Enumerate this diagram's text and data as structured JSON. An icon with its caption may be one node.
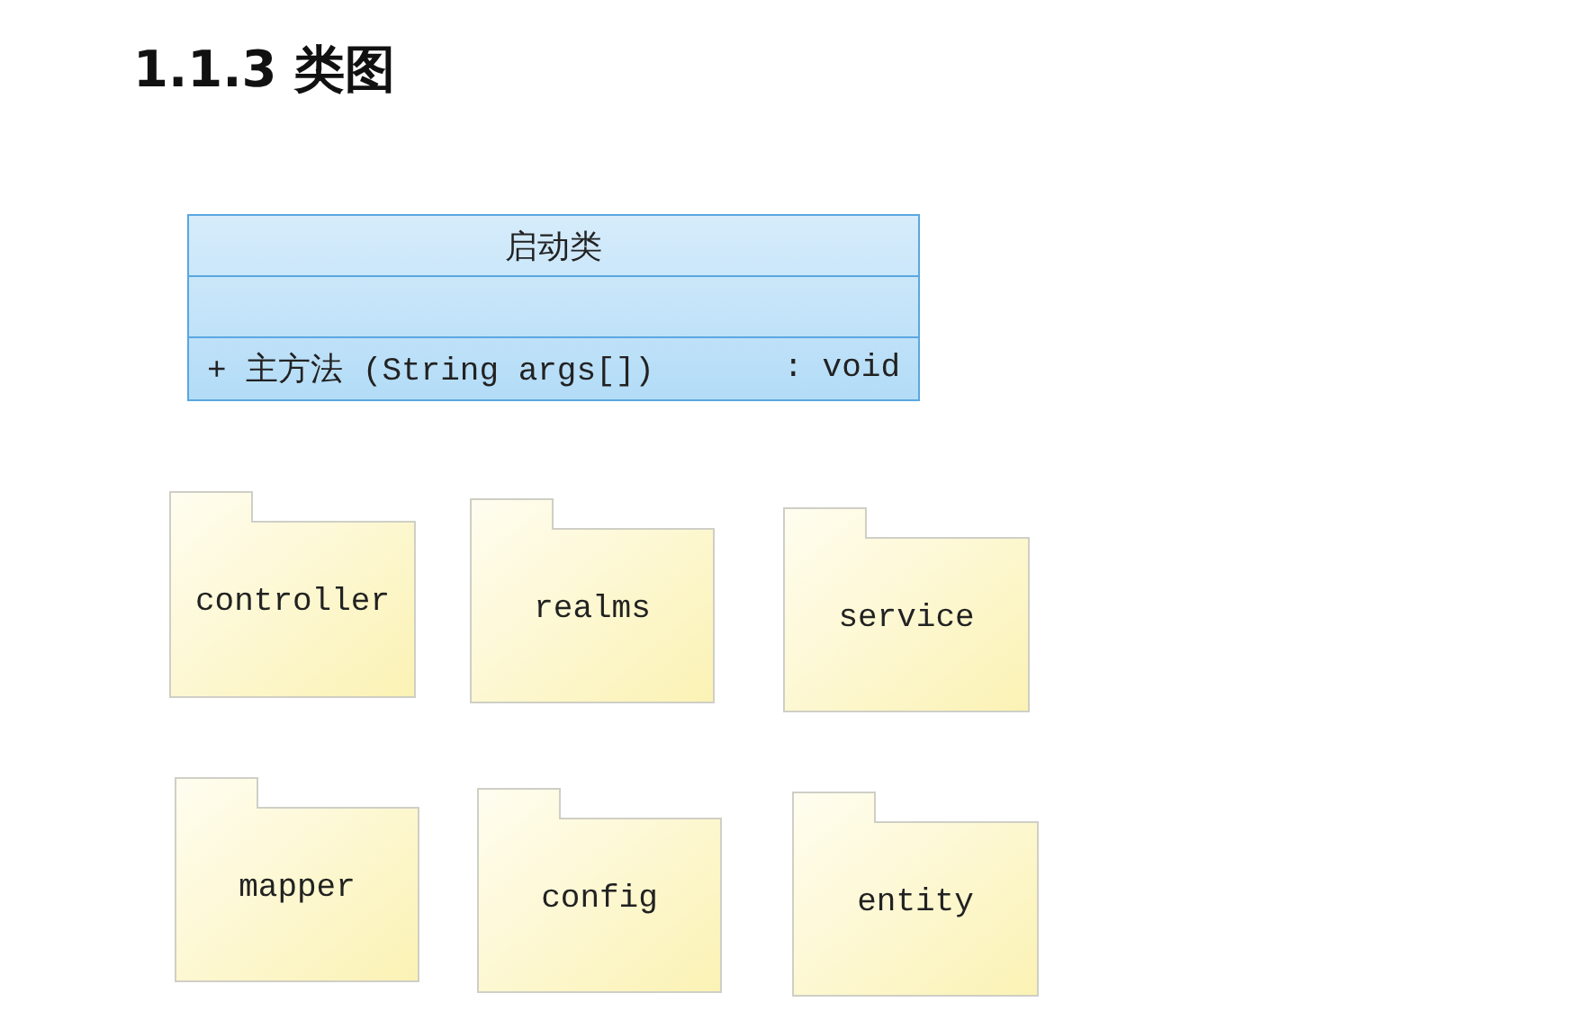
{
  "diagram": {
    "title": "1.1.3 类图",
    "nodes": [
      {
        "text": [
          "启动类",
          "+ 主方法 (String args[])",
          ": void"
        ]
      },
      {
        "text": [
          "controller"
        ]
      },
      {
        "text": [
          "realms"
        ]
      },
      {
        "text": [
          "service"
        ]
      },
      {
        "text": [
          "mapper"
        ]
      },
      {
        "text": [
          "config"
        ]
      },
      {
        "text": [
          "entity"
        ]
      }
    ]
  }
}
